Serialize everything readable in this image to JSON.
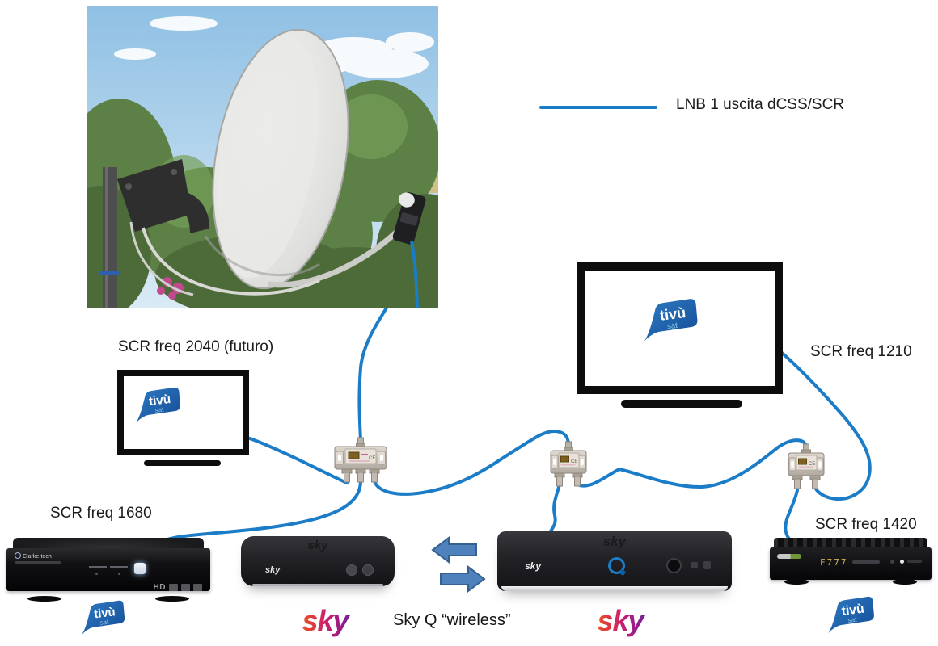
{
  "legend": {
    "label": "LNB 1 uscita dCSS/SCR"
  },
  "labels": {
    "scr_future": "SCR freq 2040 (futuro)",
    "scr_1210": "SCR freq 1210",
    "scr_1680": "SCR freq 1680",
    "scr_1420": "SCR freq 1420",
    "wireless_caption": "Sky Q “wireless”"
  },
  "logos": {
    "tivusat": {
      "line1": "tivù",
      "line2": "sat"
    },
    "sky_wordmark": "sky"
  },
  "devices": {
    "tivusat_decoder": {
      "brand": "Clarke-tech",
      "badge": "HD"
    },
    "sky_q_mini": {
      "top_label": "sky",
      "front_label": "sky"
    },
    "sky_q_main": {
      "top_label": "sky",
      "front_label": "sky"
    },
    "sat_receiver": {
      "display": "F777"
    }
  },
  "colors": {
    "cable_blue": "#1b7cc8",
    "arrow_fill": "#4f81bd",
    "arrow_border": "#36608f",
    "tivu_blue": "#1e5fae",
    "sky_gradient": [
      "#f0a02a",
      "#e4452e",
      "#cf1f6b",
      "#8f1a8e",
      "#4a3a9e"
    ]
  }
}
